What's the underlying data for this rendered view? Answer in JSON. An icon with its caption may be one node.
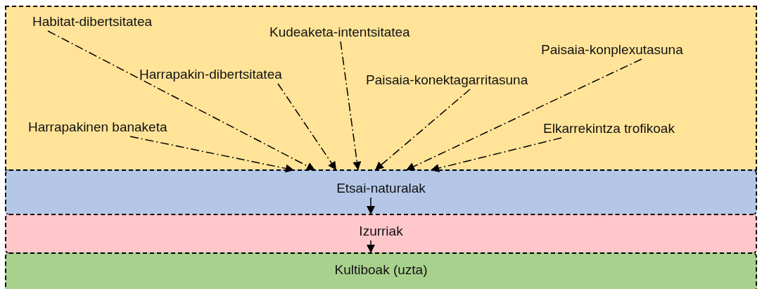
{
  "diagram": {
    "nodes": [
      {
        "text": [],
        "shape": "box"
      },
      {
        "text": [
          "Habitat-dibertsitatea"
        ],
        "in": 0
      },
      {
        "text": [
          "Kudeaketa-intentsitatea"
        ],
        "in": 0
      },
      {
        "text": [
          "Paisaia-konplexutasuna"
        ],
        "in": 0
      },
      {
        "text": [
          "Harrapakin-dibertsitatea"
        ],
        "in": 0
      },
      {
        "text": [
          "Paisaia-konektagarritasuna"
        ],
        "in": 0
      },
      {
        "text": [
          "Harrapakinen banaketa"
        ],
        "in": 0
      },
      {
        "text": [
          "Elkarrekintza trofikoak"
        ],
        "in": 0
      },
      {
        "text": [
          "Etsai-naturalak"
        ]
      },
      {
        "text": [
          "Izurriak"
        ]
      },
      {
        "text": [
          "Kultiboak (uzta)"
        ]
      }
    ],
    "edges": [
      {
        "from": 1,
        "to": 8,
        "arrow": "to",
        "style": "dashed"
      },
      {
        "from": 6,
        "to": 8,
        "arrow": "to",
        "style": "dashed"
      },
      {
        "from": 4,
        "to": 8,
        "arrow": "to",
        "style": "dashed"
      },
      {
        "from": 2,
        "to": 8,
        "arrow": "to",
        "style": "dashed"
      },
      {
        "from": 5,
        "to": 8,
        "arrow": "to",
        "style": "dashed"
      },
      {
        "from": 3,
        "to": 8,
        "arrow": "to",
        "style": "dashed"
      },
      {
        "from": 7,
        "to": 8,
        "arrow": "to",
        "style": "dashed"
      },
      {
        "from": 8,
        "to": 9,
        "arrow": "to"
      },
      {
        "from": 9,
        "to": 10,
        "arrow": "to"
      }
    ]
  }
}
